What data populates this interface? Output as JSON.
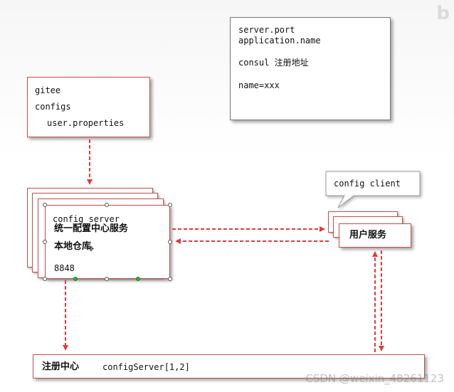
{
  "corner_logo": "b",
  "top_box": {
    "line1": "server.port",
    "line2": "application.name",
    "line3": "consul 注册地址",
    "line4": "name=xxx"
  },
  "gitee_box": {
    "line1": "gitee",
    "line2": "configs",
    "line3": "user.properties"
  },
  "config_server_box": {
    "line1": "config server",
    "line2": "统一配置中心服务",
    "line3": "本地仓库",
    "line4": "8848"
  },
  "config_client_callout": {
    "label": "config client"
  },
  "user_service_box": {
    "label": "用户服务"
  },
  "registry_box": {
    "label_cn": "注册中心",
    "label_en": "configServer[1,2]"
  },
  "watermark": "CSDN @weixin_48261123",
  "colors": {
    "arrow": "#e03b3b",
    "border": "#c0504d"
  }
}
